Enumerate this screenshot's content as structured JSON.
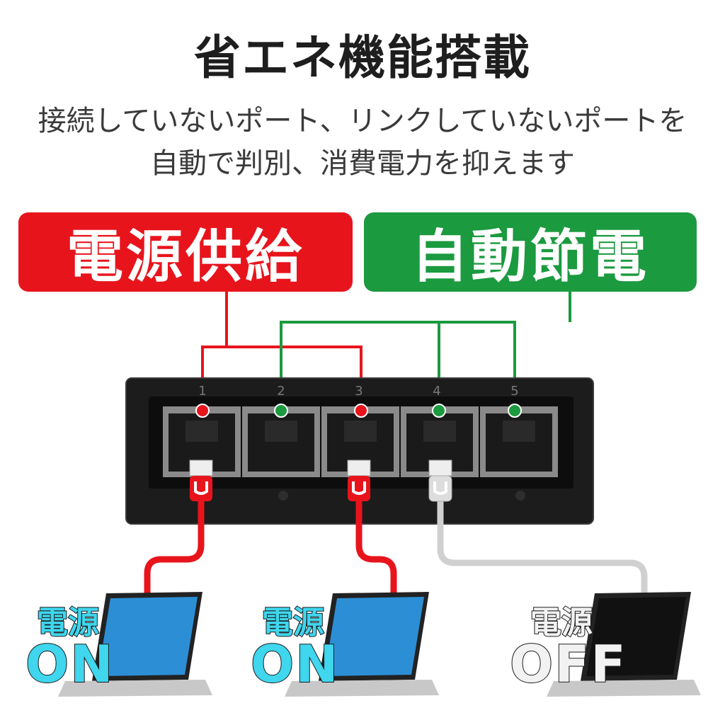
{
  "title": "省エネ機能搭載",
  "subtitle_line1": "接続していないポート、リンクしていないポートを",
  "subtitle_line2": "自動で判別、消費電力を抑えます",
  "label_supply": "電源供給",
  "label_saving": "自動節電",
  "port_numbers": [
    "1",
    "2",
    "3",
    "4",
    "5"
  ],
  "devices": [
    {
      "power_label": "電源",
      "state": "ON"
    },
    {
      "power_label": "電源",
      "state": "ON"
    },
    {
      "power_label": "電源",
      "state": "OFF"
    }
  ],
  "colors": {
    "supply": "#e8141c",
    "saving": "#1b9a3f",
    "on_text": "#3fd6ee",
    "off_cable": "#d0d0d0"
  }
}
